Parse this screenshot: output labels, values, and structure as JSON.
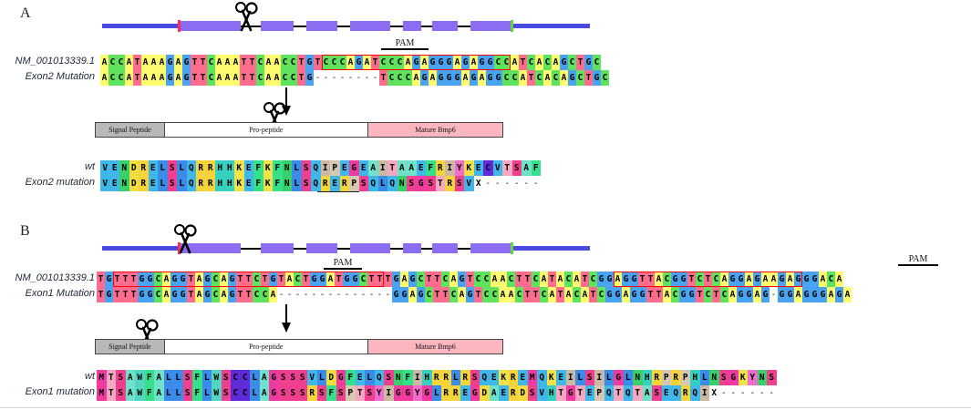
{
  "figure": {
    "panels": [
      {
        "letter": "A",
        "dna": {
          "labels": [
            "NM_001013339.1",
            "Exon2 Mutation"
          ],
          "ref": "ACCATAAAGAGTTCAAATTCAACCTGTCCCAGATCCCAGAGGGAGAGGCCATCACAGCTGC",
          "mut": "ACCATAAAGAGTTCAAATTCAACCTG--------TCCCAGAGGGAGAGGCCATCACAGCTGC",
          "pam_label": "PAM",
          "pam_index": 27,
          "pam_length": 3,
          "guide_start": 27,
          "guide_length": 23
        },
        "protein": {
          "labels": [
            "wt",
            "Exon2 mutation"
          ],
          "wt": "VENDRELSLQRRHHKEFKFNLSQIPEGEAITAAEFRIYKECVTSAF",
          "mut": "VENDRELSLQRRHHKEFKFNLSQRERPSQLQNSGSTRSVX------"
        },
        "domains": [
          {
            "name": "Signal Peptide",
            "width_pct": 17
          },
          {
            "name": "Pro-peptide",
            "width_pct": 50
          },
          {
            "name": "Mature Bmp6",
            "width_pct": 33
          }
        ],
        "cut_position_pct": 42
      },
      {
        "letter": "B",
        "dna": {
          "labels": [
            "NM_001013339.1",
            "Exon1 Mutation"
          ],
          "ref": "TGTTTGGCAGGTAGCAGTTCTGTACTGGATGGCTTTGAGCTTCAGTCCAACTTCATACATCGGAGGTTACGGTCTCAGGAGAAGAGGGACA",
          "mut": "TGTTTGGCAGGTAGCAGTTCCA--------------GGAGCTTCAGTCCAACTTCATACATCGGAGGTTACGGTCTCAGGAG-GGAGGGAGA",
          "pam_labels": [
            "PAM",
            "PAM"
          ],
          "pam1_index": 32,
          "pam1_length": 3,
          "pam2_index": 83,
          "pam2_length": 3,
          "guide1_start": 2,
          "guide1_length": 33,
          "guide2_start": 63,
          "guide2_length": 23
        },
        "protein": {
          "labels": [
            "wt",
            "Exon1 mutation"
          ],
          "wt": "MTSAWFALLSFLWSCCLAGSSSVLDGFELQSNFIHRRLRSQEKREMQKEILSILGLNHRPRPHLNSGKYNS",
          "mut": "MTSAWFALLSFLWSCCLAGSSSRSFSPTSYIGGYGLRREGDAERDSVHTGTEPQTQTASEQRQIX------"
        },
        "domains": [
          {
            "name": "Signal Peptide",
            "width_pct": 17
          },
          {
            "name": "Pro-peptide",
            "width_pct": 50
          },
          {
            "name": "Mature Bmp6",
            "width_pct": 33
          }
        ],
        "cut_position_pct": 18
      }
    ],
    "colors": {
      "base_A": "#fffb6e",
      "base_C": "#5fe35f",
      "base_G": "#4aa3f0",
      "base_T": "#ff6c8e",
      "guide_box": "#ff0000",
      "exon": "#8c6cf0",
      "utr": "#4a4ae0",
      "mature_bmp6": "#fbb6c0",
      "signal_peptide": "#b8b8b8"
    }
  }
}
